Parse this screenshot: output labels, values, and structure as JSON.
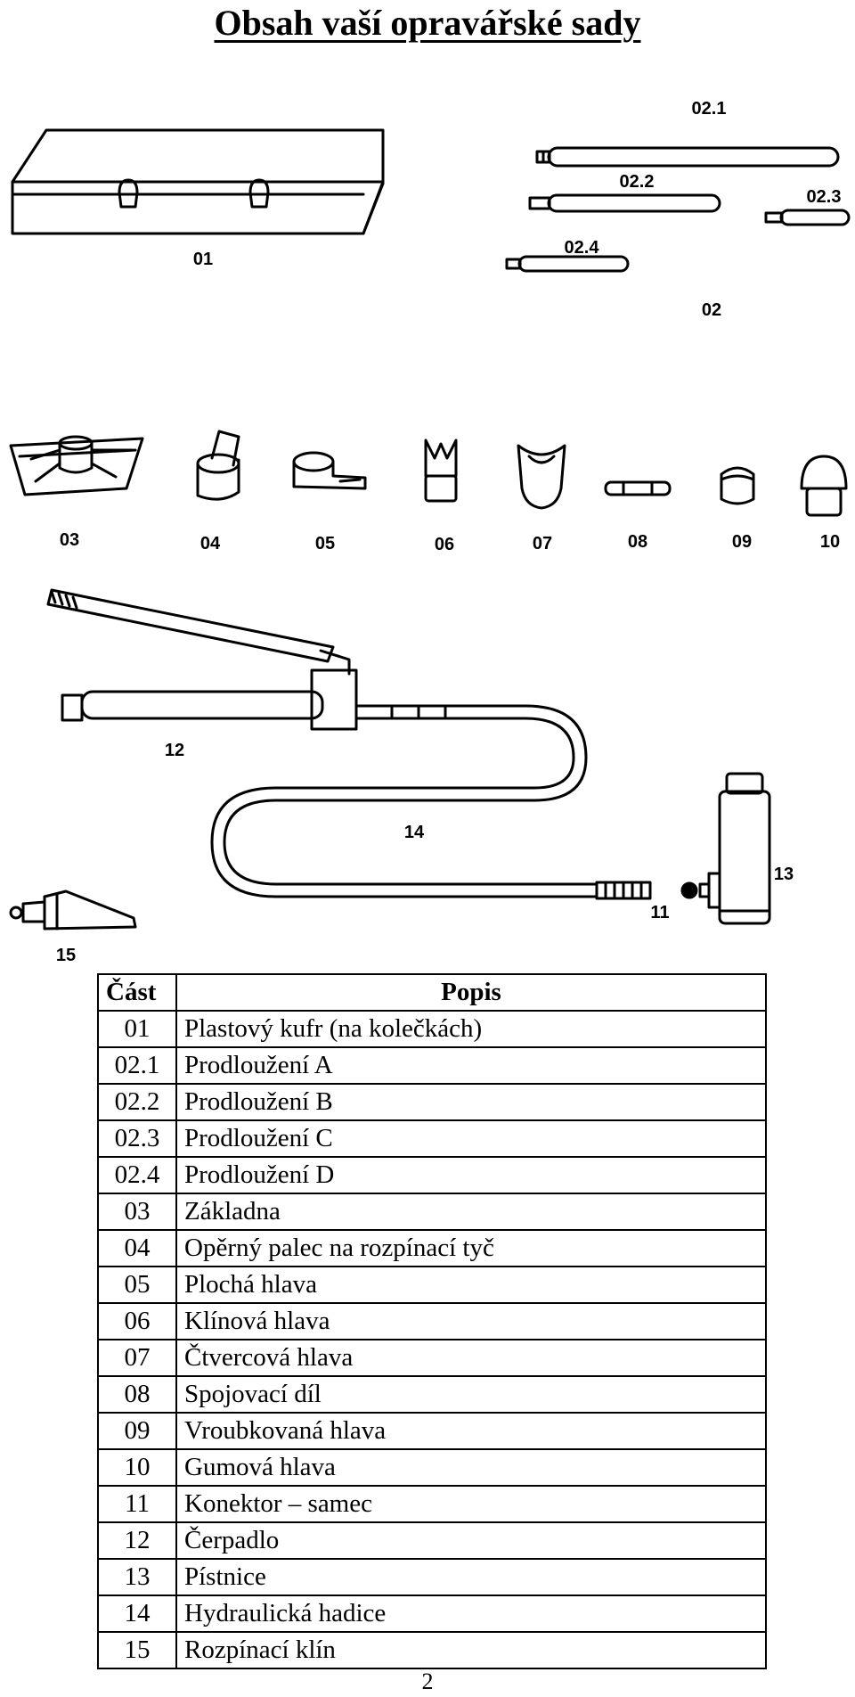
{
  "title": "Obsah vaší opravářské sady",
  "figure_labels": {
    "l01": "01",
    "l02": "02",
    "l021": "02.1",
    "l022": "02.2",
    "l023": "02.3",
    "l024": "02.4",
    "l03": "03",
    "l04": "04",
    "l05": "05",
    "l06": "06",
    "l07": "07",
    "l08": "08",
    "l09": "09",
    "l10": "10",
    "l11": "11",
    "l12": "12",
    "l13": "13",
    "l14": "14",
    "l15": "15"
  },
  "table": {
    "headers": {
      "part": "Část",
      "description": "Popis"
    },
    "rows": [
      {
        "part": "01",
        "description": "Plastový kufr (na kolečkách)"
      },
      {
        "part": "02.1",
        "description": "Prodloužení A"
      },
      {
        "part": "02.2",
        "description": "Prodloužení B"
      },
      {
        "part": "02.3",
        "description": "Prodloužení C"
      },
      {
        "part": "02.4",
        "description": "Prodloužení D"
      },
      {
        "part": "03",
        "description": "Základna"
      },
      {
        "part": "04",
        "description": "Opěrný palec na rozpínací tyč"
      },
      {
        "part": "05",
        "description": "Plochá hlava"
      },
      {
        "part": "06",
        "description": "Klínová hlava"
      },
      {
        "part": "07",
        "description": "Čtvercová hlava"
      },
      {
        "part": "08",
        "description": "Spojovací díl"
      },
      {
        "part": "09",
        "description": "Vroubkovaná hlava"
      },
      {
        "part": "10",
        "description": "Gumová hlava"
      },
      {
        "part": "11",
        "description": "Konektor – samec"
      },
      {
        "part": "12",
        "description": "Čerpadlo"
      },
      {
        "part": "13",
        "description": "Pístnice"
      },
      {
        "part": "14",
        "description": "Hydraulická hadice"
      },
      {
        "part": "15",
        "description": "Rozpínací klín"
      }
    ]
  },
  "page_number": "2"
}
